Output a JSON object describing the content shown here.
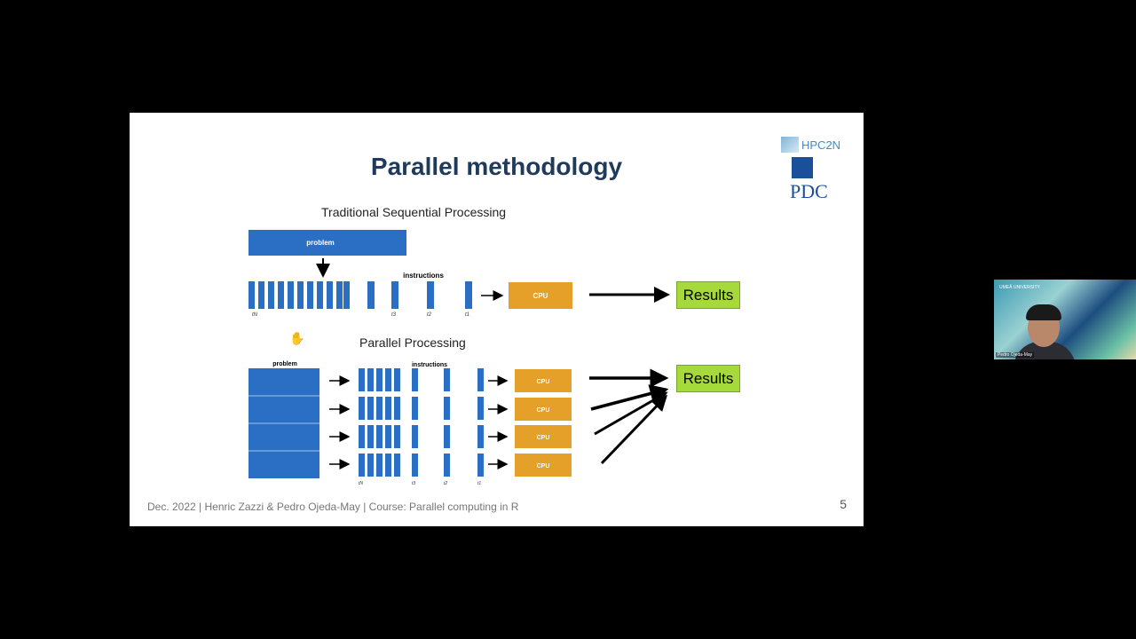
{
  "slide": {
    "title": "Parallel methodology",
    "logo_hpc": "HPC2N",
    "logo_pdc": "PDC",
    "subtitle_sequential": "Traditional Sequential Processing",
    "subtitle_parallel": "Parallel Processing",
    "footer": "Dec. 2022 | Henric Zazzi & Pedro Ojeda-May | Course: Parallel computing in R",
    "page_number": "5"
  },
  "diagram": {
    "problem_label": "problem",
    "instructions_label": "instructions",
    "cpu_label": "CPU",
    "results_label": "Results",
    "label_n": "tN",
    "label_t3": "t3",
    "label_t2": "t2",
    "label_t1": "t1"
  },
  "camera": {
    "participant_name": "Pedro Ojeda-May",
    "corner_text": "UMEÅ UNIVERSITY"
  },
  "colors": {
    "block_blue": "#2b6fc4",
    "cpu_orange": "#e5a02a",
    "results_green": "#a6d93b",
    "title_navy": "#1f3a5a"
  }
}
